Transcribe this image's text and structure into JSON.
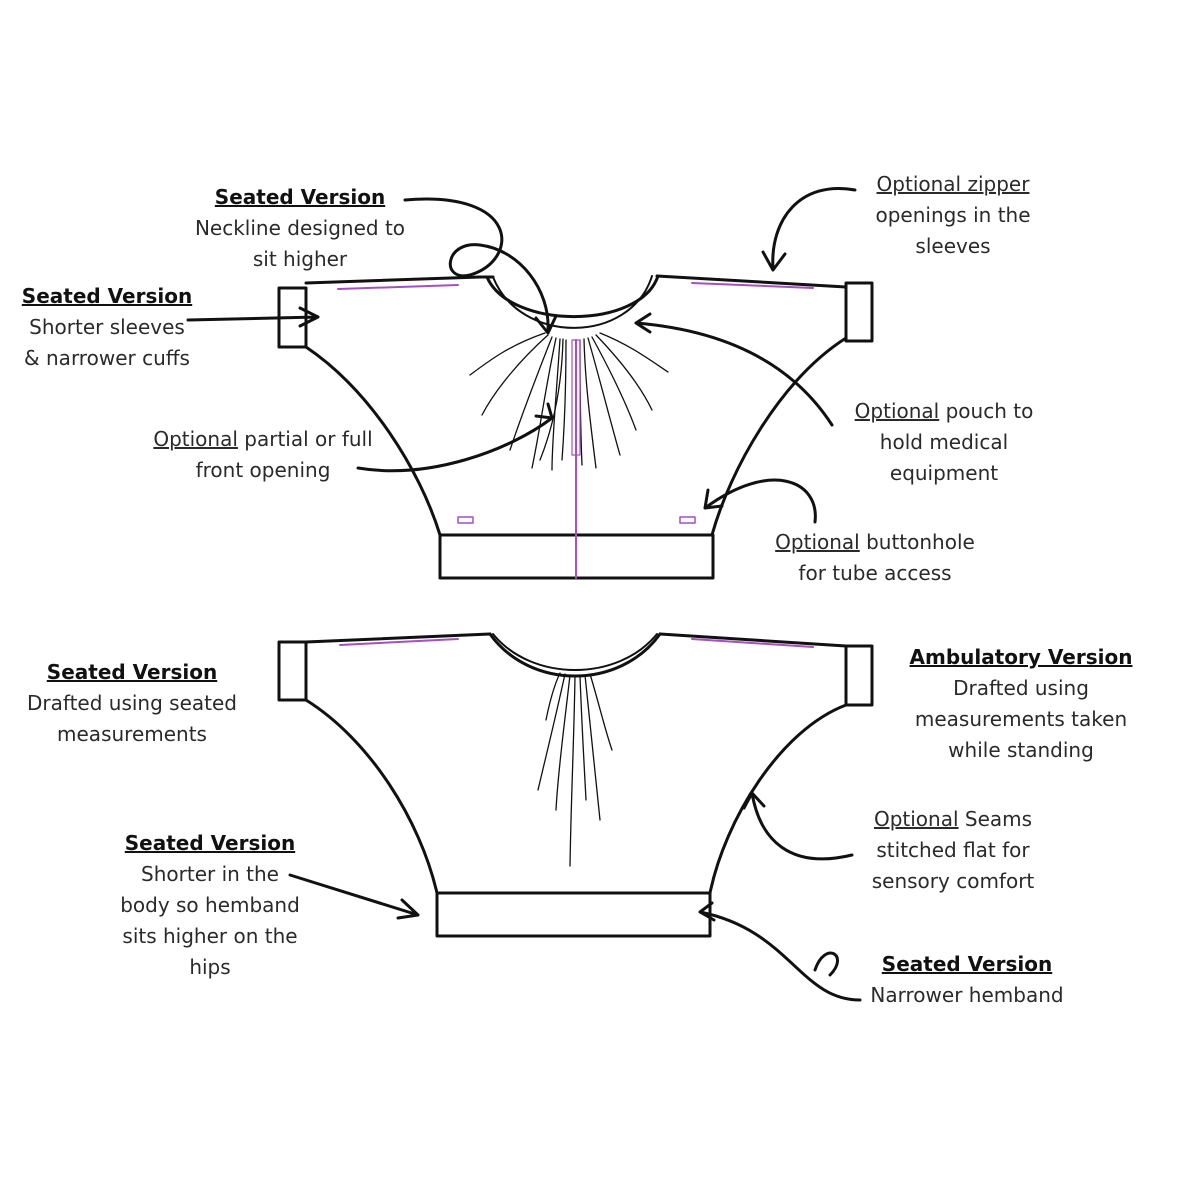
{
  "colors": {
    "line": "#111111",
    "accent": "#a64fbf"
  },
  "front": {
    "neckline": {
      "title": "Seated Version",
      "lines": [
        "Neckline designed to",
        "sit higher"
      ]
    },
    "sleeves": {
      "title": "Seated Version",
      "lines": [
        "Shorter sleeves",
        "& narrower cuffs"
      ]
    },
    "opening": {
      "optional": "Optional",
      "rest": " partial or full",
      "line2": "front opening"
    },
    "zipper": {
      "optional": "Optional zipper",
      "lines": [
        "openings in the",
        "sleeves"
      ]
    },
    "pouch": {
      "optional": "Optional",
      "rest": " pouch to",
      "lines": [
        "hold medical",
        "equipment"
      ]
    },
    "buttonhole": {
      "optional": "Optional",
      "rest": " buttonhole",
      "line2": "for tube access"
    }
  },
  "back": {
    "drafted_seated": {
      "title": "Seated Version",
      "lines": [
        "Drafted using seated",
        "measurements"
      ]
    },
    "ambulatory": {
      "title": "Ambulatory Version",
      "lines": [
        "Drafted using",
        "measurements taken",
        "while standing"
      ]
    },
    "body": {
      "title": "Seated Version",
      "lines": [
        "Shorter in the",
        "body so hemband",
        "sits higher on the",
        "hips"
      ]
    },
    "seams": {
      "optional": "Optional",
      "rest": " Seams",
      "lines": [
        "stitched flat for",
        "sensory comfort"
      ]
    },
    "hemband": {
      "title": "Seated Version",
      "lines": [
        "Narrower hemband"
      ]
    }
  }
}
